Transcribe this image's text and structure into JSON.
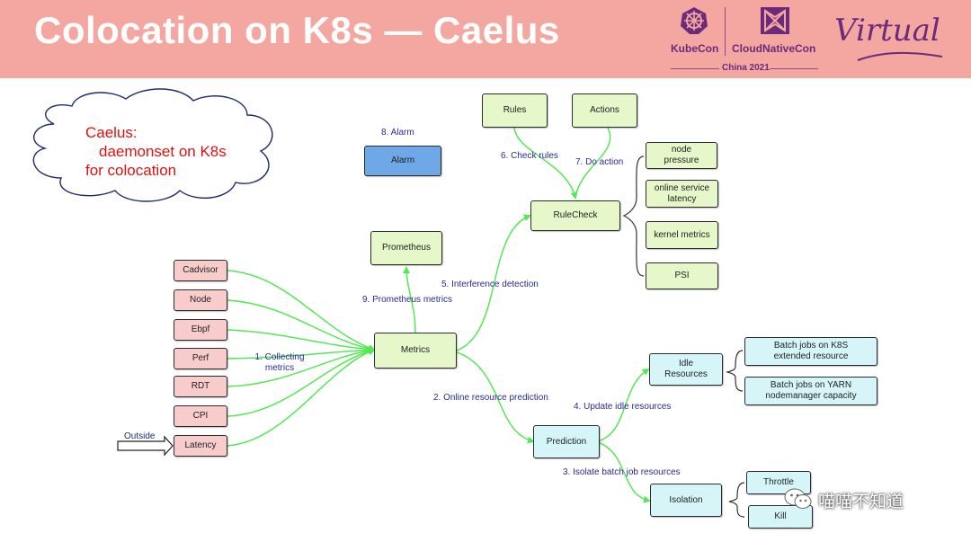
{
  "header": {
    "title": "Colocation on K8s — Caelus",
    "kubecon": "KubeCon",
    "cloudnativecon": "CloudNativeCon",
    "event": "China 2021",
    "virtual": "Virtual",
    "colors": {
      "band": "#f4a7a0",
      "title": "#ffffff",
      "brand": "#6b2a7a"
    }
  },
  "cloud": {
    "line1": "Caelus:",
    "line2": "daemonset on K8s",
    "line3": "for colocation"
  },
  "sources": [
    "Cadvisor",
    "Node",
    "Ebpf",
    "Perf",
    "RDT",
    "CPI",
    "Latency"
  ],
  "outside_label": "Outside",
  "nodes": {
    "metrics": "Metrics",
    "prometheus": "Prometheus",
    "alarm": "Alarm",
    "rules": "Rules",
    "actions": "Actions",
    "rulecheck": "RuleCheck",
    "prediction": "Prediction",
    "idle_resources": "Idle Resources",
    "isolation": "Isolation"
  },
  "rule_inputs": [
    "node pressure",
    "online service latency",
    "kernel metrics",
    "PSI"
  ],
  "idle_outputs": [
    "Batch jobs on K8S extended resource",
    "Batch jobs on YARN nodemanager capacity"
  ],
  "isolation_outputs": [
    "Throttle",
    "Kill"
  ],
  "edge_labels": {
    "collecting": "1. Collecting metrics",
    "prediction": "2. Online resource prediction",
    "isolate": "3. Isolate batch job resources",
    "update_idle": "4. Update idle resources",
    "interference": "5. Interference detection",
    "check_rules": "6. Check rules",
    "do_action": "7. Do action",
    "alarm": "8. Alarm",
    "prometheus": "9. Prometheus metrics"
  },
  "watermark": "喵喵不知道",
  "colors": {
    "source_fill": "#f9cccc",
    "green_fill": "#e6f7c9",
    "alarm_fill": "#6ea8e6",
    "cyan_fill": "#d6f5f8",
    "arrow": "#55e855",
    "label_text": "#2a2a9a",
    "cloud_text": "#e01010"
  }
}
